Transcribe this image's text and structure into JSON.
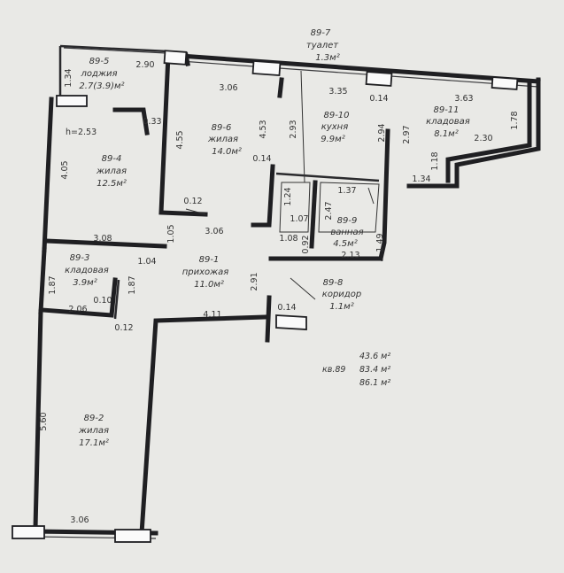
{
  "rooms": [
    {
      "id": "89-5",
      "name": "лоджия",
      "area": "2.7(3.9)м²"
    },
    {
      "id": "89-7",
      "name": "туалет",
      "area": "1.3м²"
    },
    {
      "id": "89-6",
      "name": "жилая",
      "area": "14.0м²"
    },
    {
      "id": "89-10",
      "name": "кухня",
      "area": "9.9м²"
    },
    {
      "id": "89-11",
      "name": "кладовая",
      "area": "8.1м²"
    },
    {
      "id": "89-4",
      "name": "жилая",
      "area": "12.5м²"
    },
    {
      "id": "89-9",
      "name": "ванная",
      "area": "4.5м²"
    },
    {
      "id": "89-3",
      "name": "кладовая",
      "area": "3.9м²"
    },
    {
      "id": "89-1",
      "name": "прихожая",
      "area": "11.0м²"
    },
    {
      "id": "89-8",
      "name": "коридор",
      "area": "1.1м²"
    },
    {
      "id": "89-2",
      "name": "жилая",
      "area": "17.1м²"
    }
  ],
  "dimensions": [
    {
      "id": "d-1",
      "value": "1.34"
    },
    {
      "id": "d-2",
      "value": "2.90"
    },
    {
      "id": "d-3",
      "value": "3.06"
    },
    {
      "id": "d-4",
      "value": "3.35"
    },
    {
      "id": "d-5",
      "value": "0.14"
    },
    {
      "id": "d-6",
      "value": "3.63"
    },
    {
      "id": "d-7",
      "value": "0.33"
    },
    {
      "id": "d-8",
      "value": "4.55"
    },
    {
      "id": "d-9",
      "value": "4.53"
    },
    {
      "id": "d-10",
      "value": "2.93"
    },
    {
      "id": "d-11",
      "value": "2.94"
    },
    {
      "id": "d-12",
      "value": "2.97"
    },
    {
      "id": "d-13",
      "value": "1.78"
    },
    {
      "id": "d-14",
      "value": "2.30"
    },
    {
      "id": "d-15",
      "value": "1.18"
    },
    {
      "id": "d-16",
      "value": "4.05"
    },
    {
      "id": "d-17",
      "value": "0.14"
    },
    {
      "id": "d-18",
      "value": "1.34"
    },
    {
      "id": "d-19",
      "value": "1.24"
    },
    {
      "id": "d-20",
      "value": "1.37"
    },
    {
      "id": "d-21",
      "value": "0.12"
    },
    {
      "id": "d-22",
      "value": "2.47"
    },
    {
      "id": "d-23",
      "value": "1.07"
    },
    {
      "id": "d-24",
      "value": "3.06"
    },
    {
      "id": "d-25",
      "value": "3.08"
    },
    {
      "id": "d-26",
      "value": "1.05"
    },
    {
      "id": "d-27",
      "value": "1.08"
    },
    {
      "id": "d-28",
      "value": "0.92"
    },
    {
      "id": "d-29",
      "value": "1.49"
    },
    {
      "id": "d-30",
      "value": "1.04"
    },
    {
      "id": "d-31",
      "value": "2.13"
    },
    {
      "id": "d-32",
      "value": "1.87"
    },
    {
      "id": "d-33",
      "value": "1.87"
    },
    {
      "id": "d-34",
      "value": "2.91"
    },
    {
      "id": "d-35",
      "value": "0.10"
    },
    {
      "id": "d-36",
      "value": "2.06"
    },
    {
      "id": "d-37",
      "value": "0.14"
    },
    {
      "id": "d-38",
      "value": "0.12"
    },
    {
      "id": "d-39",
      "value": "4.11"
    },
    {
      "id": "d-40",
      "value": "5.60"
    },
    {
      "id": "d-41",
      "value": "3.06"
    }
  ],
  "ceiling_height": "h=2.53",
  "apartment": {
    "number": "кв.89",
    "areas": [
      "43.6 м²",
      "83.4 м²",
      "86.1 м²"
    ]
  }
}
